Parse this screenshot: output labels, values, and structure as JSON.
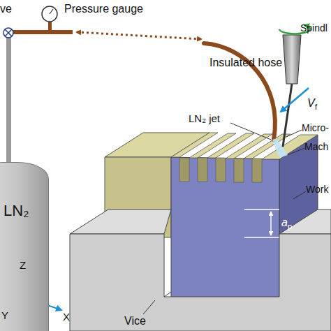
{
  "diagram": {
    "nodes": [
      {
        "text": [
          "LN₂"
        ]
      }
    ],
    "labels": [
      "ve",
      "Pressure gauge",
      "Insulated hose",
      "Spindl",
      "LN₂ jet",
      "V",
      "f",
      "Micro-",
      "Mach",
      "Work",
      "a",
      "p",
      "Z",
      "Y",
      "X",
      "Vice"
    ]
  }
}
